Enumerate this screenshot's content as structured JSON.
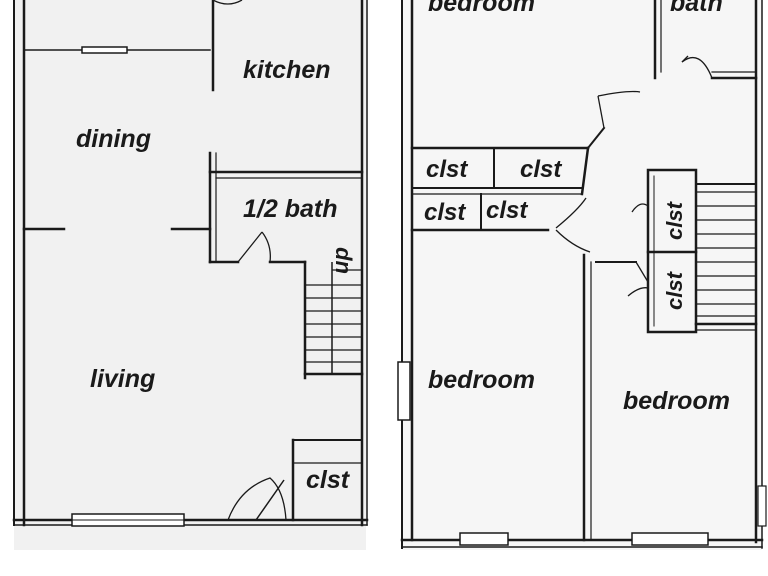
{
  "floor_plan": {
    "first_floor": {
      "labels": {
        "kitchen": "kitchen",
        "dining": "dining",
        "half_bath": "1/2 bath",
        "stairs_up": "up",
        "living": "living",
        "closet": "clst"
      }
    },
    "second_floor": {
      "labels": {
        "bedroom_top": "bedroom",
        "bath_top": "bath",
        "closet_1": "clst",
        "closet_2": "clst",
        "closet_3": "clst",
        "closet_4": "clst",
        "closet_stair_upper": "clst",
        "closet_stair_lower": "clst",
        "bedroom_left": "bedroom",
        "bedroom_right": "bedroom"
      }
    },
    "colors": {
      "paper": "#ffffff",
      "floor_tint": "#f1f1f1",
      "wall": "#1a1a1a"
    }
  }
}
